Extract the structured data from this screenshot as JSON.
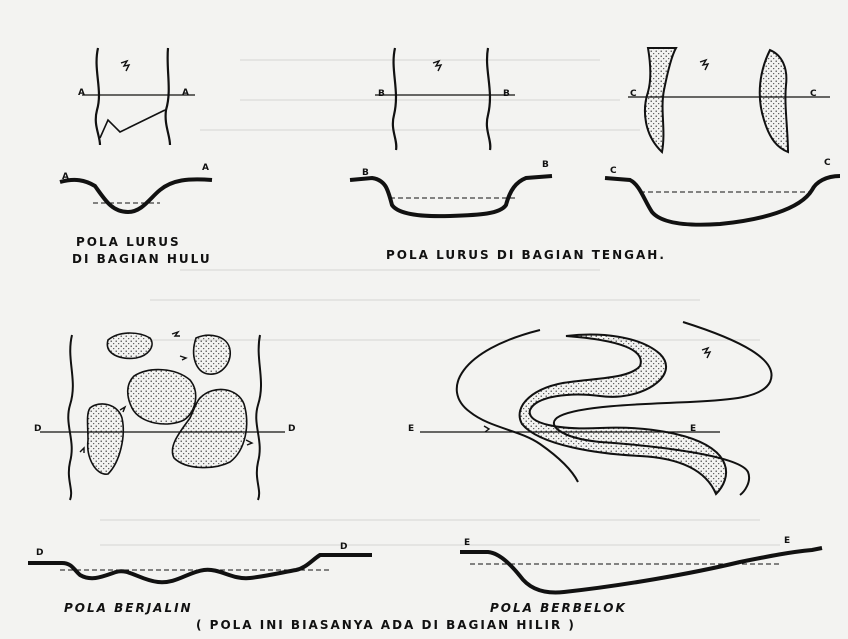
{
  "captions": {
    "lurus_hulu_line1": "POLA  LURUS",
    "lurus_hulu_line2": "DI BAGIAN  HULU",
    "lurus_tengah": "POLA LURUS DI BAGIAN TENGAH.",
    "berjalin": "POLA  BERJALIN",
    "berbelok": "POLA  BERBELOK",
    "hilir_note": "( POLA  INI  BIASANYA  ADA  DI BAGIAN  HILIR )"
  },
  "point_labels": {
    "a": "A",
    "b": "B",
    "c": "C",
    "d": "D",
    "e": "E"
  }
}
